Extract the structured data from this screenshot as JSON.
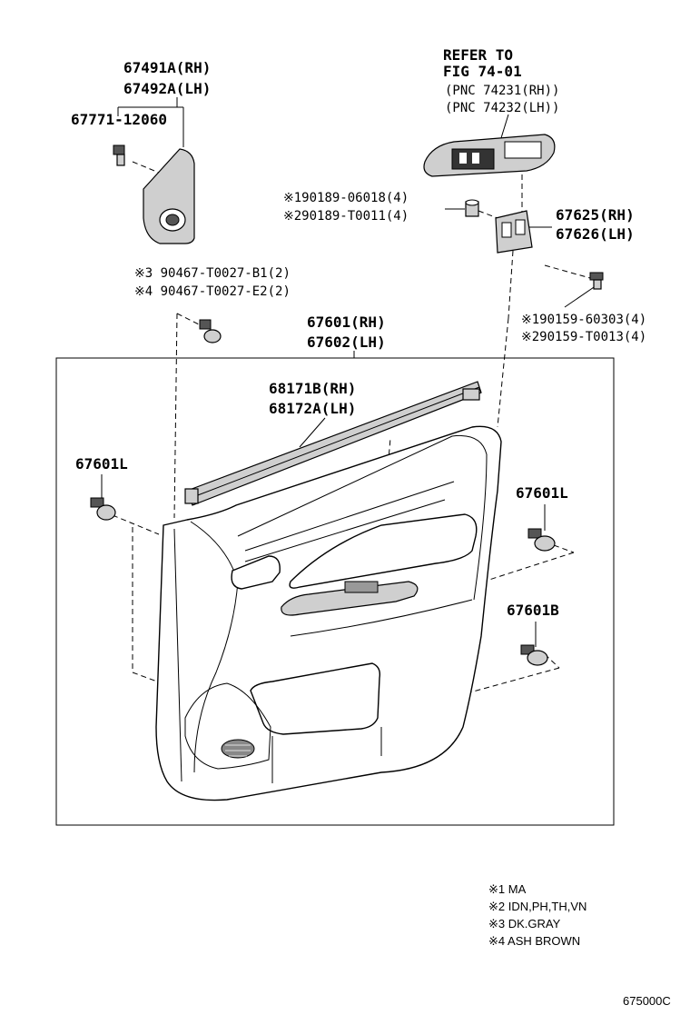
{
  "labels": {
    "garnish_rh": "67491A(RH)",
    "garnish_lh": "67492A(LH)",
    "garnish_clip": "67771-12060",
    "refer_line1": "REFER TO",
    "refer_line2": "FIG 74-01",
    "refer_pnc_rh": "(PNC 74231(RH))",
    "refer_pnc_lh": "(PNC 74232(LH))",
    "nut1": "※190189-06018(4)",
    "nut2": "※290189-T0011(4)",
    "bracket_rh": "67625(RH)",
    "bracket_lh": "67626(LH)",
    "clip3": "※3 90467-T0027-B1(2)",
    "clip4": "※4 90467-T0027-E2(2)",
    "screw1": "※190159-60303(4)",
    "screw2": "※290159-T0013(4)",
    "panel_rh": "67601(RH)",
    "panel_lh": "67602(LH)",
    "weatherstrip_rh": "68171B(RH)",
    "weatherstrip_lh": "68172A(LH)",
    "clip_l_left": "67601L",
    "clip_l_right": "67601L",
    "clip_b_right": "67601B"
  },
  "legend": [
    "※1 MA",
    "※2 IDN,PH,TH,VN",
    "※3 DK.GRAY",
    "※4 ASH BROWN"
  ],
  "figure_code": "675000C"
}
